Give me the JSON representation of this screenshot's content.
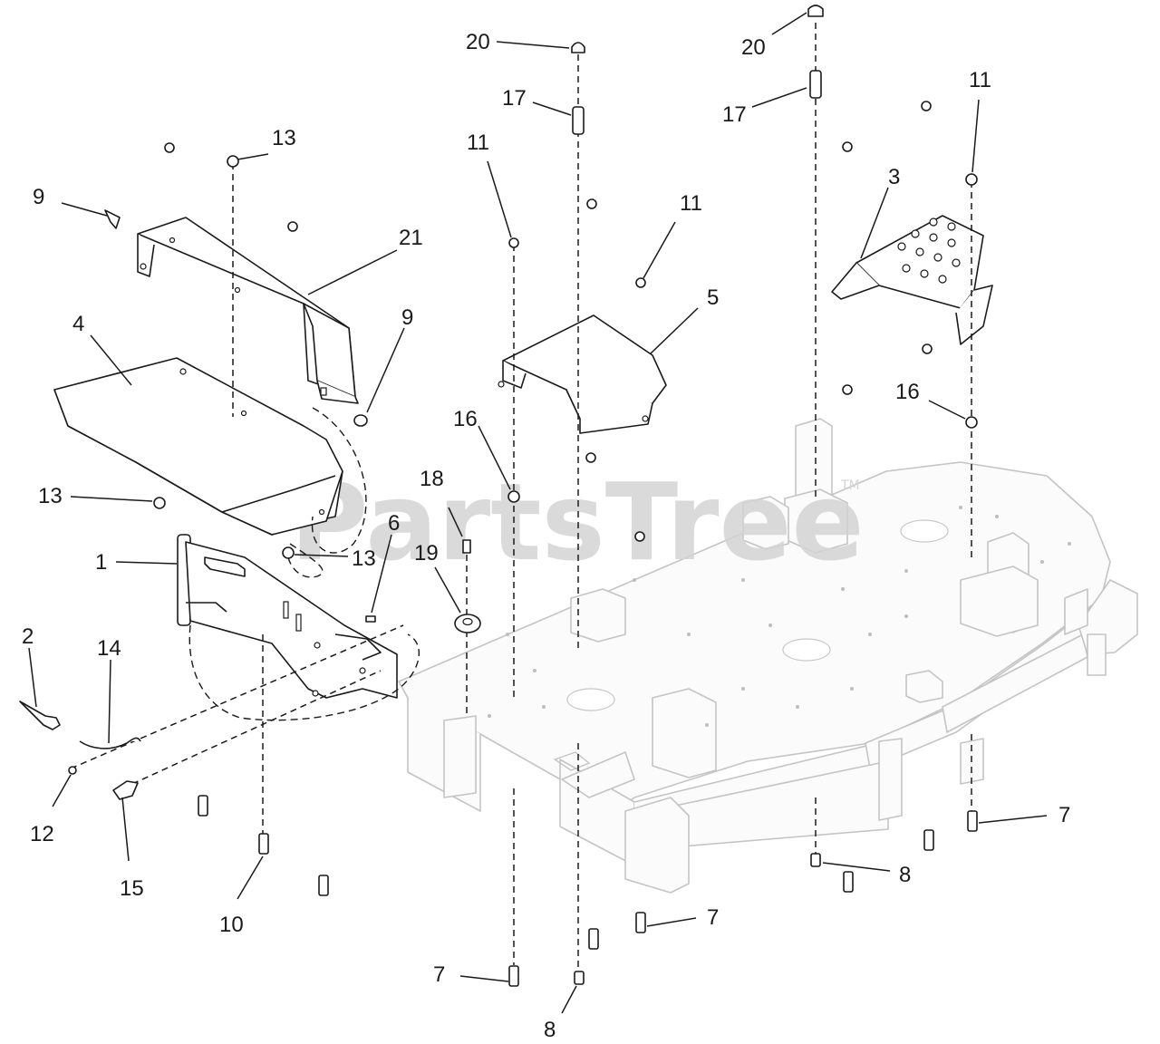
{
  "watermark": {
    "text": "PartsTree",
    "trademark": "TM"
  },
  "callouts": [
    {
      "id": "c20a",
      "label": "20"
    },
    {
      "id": "c20b",
      "label": "20"
    },
    {
      "id": "c17a",
      "label": "17"
    },
    {
      "id": "c17b",
      "label": "17"
    },
    {
      "id": "c11a",
      "label": "11"
    },
    {
      "id": "c11b",
      "label": "11"
    },
    {
      "id": "c11c",
      "label": "11"
    },
    {
      "id": "c13a",
      "label": "13"
    },
    {
      "id": "c13b",
      "label": "13"
    },
    {
      "id": "c13c",
      "label": "13"
    },
    {
      "id": "c9a",
      "label": "9"
    },
    {
      "id": "c9b",
      "label": "9"
    },
    {
      "id": "c21",
      "label": "21"
    },
    {
      "id": "c4",
      "label": "4"
    },
    {
      "id": "c3",
      "label": "3"
    },
    {
      "id": "c5",
      "label": "5"
    },
    {
      "id": "c16a",
      "label": "16"
    },
    {
      "id": "c16b",
      "label": "16"
    },
    {
      "id": "c18",
      "label": "18"
    },
    {
      "id": "c19",
      "label": "19"
    },
    {
      "id": "c6",
      "label": "6"
    },
    {
      "id": "c1",
      "label": "1"
    },
    {
      "id": "c2",
      "label": "2"
    },
    {
      "id": "c14",
      "label": "14"
    },
    {
      "id": "c12",
      "label": "12"
    },
    {
      "id": "c15",
      "label": "15"
    },
    {
      "id": "c10",
      "label": "10"
    },
    {
      "id": "c7a",
      "label": "7"
    },
    {
      "id": "c7b",
      "label": "7"
    },
    {
      "id": "c7c",
      "label": "7"
    },
    {
      "id": "c8a",
      "label": "8"
    },
    {
      "id": "c8b",
      "label": "8"
    }
  ]
}
